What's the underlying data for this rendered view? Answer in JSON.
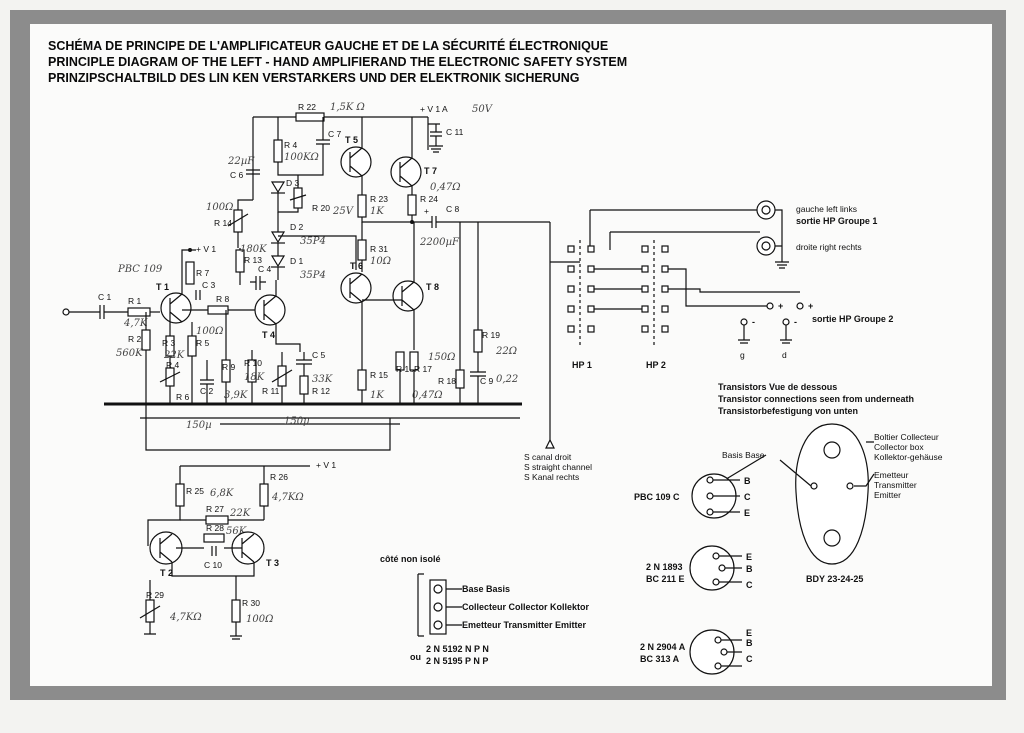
{
  "titles": {
    "fr": "SCHÉMA DE PRINCIPE DE L'AMPLIFICATEUR GAUCHE ET DE LA SÉCURITÉ ÉLECTRONIQUE",
    "en": "PRINCIPLE DIAGRAM OF THE LEFT - HAND AMPLIFIERAND THE ELECTRONIC SAFETY SYSTEM",
    "de": "PRINZIPSCHALTBILD DES LIN KEN VERSTARKERS UND DER ELEKTRONIK SICHERUNG"
  },
  "supply": {
    "v1a": "+ V 1 A",
    "v1": "+ V 1",
    "v1b": "+ V 1",
    "note_50v": "50V"
  },
  "transistors": {
    "T1": "T 1",
    "T2": "T 2",
    "T3": "T 3",
    "T4": "T 4",
    "T5": "T 5",
    "T6": "T 6",
    "T7": "T 7",
    "T8": "T 8"
  },
  "resistors": {
    "R1": "R 1",
    "R2": "R 2",
    "R3": "R 3",
    "R4": "R 4",
    "R5": "R 5",
    "R6": "R 6",
    "R7": "R 7",
    "R8": "R 8",
    "R9": "R 9",
    "R10": "R 10",
    "R11": "R 11",
    "R12": "R 12",
    "R13": "R 13",
    "R14": "R 14",
    "R15": "R 15",
    "R16": "R 16",
    "R17": "R 17",
    "R18": "R 18",
    "R19": "R 19",
    "R20": "R 20",
    "R22": "R 22",
    "R23": "R 23",
    "R24": "R 24",
    "R25": "R 25",
    "R26": "R 26",
    "R27": "R 27",
    "R28": "R 28",
    "R29": "R 29",
    "R30": "R 30",
    "R31": "R 31"
  },
  "capacitors": {
    "C1": "C 1",
    "C2": "C 2",
    "C3": "C 3",
    "C4": "C 4",
    "C5": "C 5",
    "C6": "C 6",
    "C7": "C 7",
    "C8": "C 8",
    "C9": "C 9",
    "C10": "C 10",
    "C11": "C 11"
  },
  "diodes": {
    "D1": "D 1",
    "D2": "D 2",
    "D3": "D 3"
  },
  "handwritten": {
    "pbc109": "PBC 109",
    "r22": "1,5K Ω",
    "c6": "22µF",
    "r4": "100KΩ",
    "r14": "100Ω",
    "r13": "180K",
    "d2": "35P4",
    "d1": "35P4",
    "r23": "1K",
    "r23v": "25V",
    "r24": "0,47Ω",
    "r31": "10Ω",
    "c8": "2200µF",
    "r1": "4,7K",
    "r2": "560K",
    "r3": "22K",
    "r5": "100Ω",
    "r10": "18K",
    "r12": "33K",
    "r9": "3,9K",
    "r15": "1K",
    "r17": "0,47Ω",
    "r18": "150Ω",
    "r19": "22Ω",
    "c9": "0,22",
    "c150a": "150µ",
    "c150b": "150µ",
    "r25": "6,8K",
    "r26": "4,7KΩ",
    "r27": "22K",
    "r28": "56K",
    "r29": "4,7KΩ",
    "r30": "100Ω"
  },
  "outputs": {
    "left": "gauche left links",
    "group1": "sortie HP Groupe 1",
    "right": "droite right rechts",
    "group2": "sortie HP Groupe 2",
    "plus": "+",
    "minus": "-",
    "g": "g",
    "d": "d",
    "hp1": "HP 1",
    "hp2": "HP 2"
  },
  "channel": [
    "S canal droit",
    "S straight channel",
    "S Kanal rechts"
  ],
  "legend": {
    "heading": [
      "Transistors Vue de dessous",
      "Transistor connections seen from underneath",
      "Transistorbefestigung von unten"
    ],
    "basis": "Basis Base",
    "pbc109c": "PBC 109 C",
    "b": "B",
    "c": "C",
    "e": "E",
    "t2n1893": "2 N 1893",
    "bc211e": "BC 211 E",
    "t2n2904": "2 N 2904 A",
    "bc313a": "BC 313 A",
    "boltier": [
      "Boltier Collecteur",
      "Collector box",
      "Kollektor-gehäuse"
    ],
    "emetteur": [
      "Emetteur",
      "Transmitter",
      "Emitter"
    ],
    "bdy": "BDY 23-24-25",
    "cote": "côté non isolé",
    "pin_base": "Base Basis",
    "pin_coll": "Collecteur Collector Kollektor",
    "pin_emit": "Emetteur Transmitter Emitter",
    "ou": "ou",
    "npn": "2 N 5192 N P N",
    "pnp": "2 N 5195 P N P"
  }
}
